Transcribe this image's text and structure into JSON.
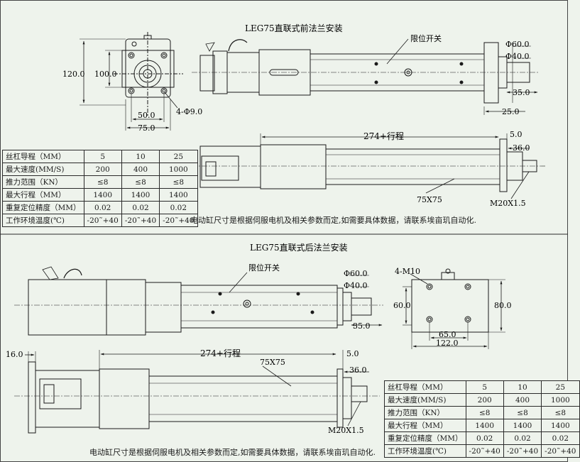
{
  "top_section": {
    "title": "LEG75直联式前法兰安装",
    "flange_front": {
      "height_outer": "120.0",
      "height_inner": "100.0",
      "hole_spacing": "50.0",
      "width": "75.0",
      "hole_label": "4-Φ9.0"
    },
    "side_view": {
      "switch_label": "限位开关",
      "dia_outer": "Φ60.0",
      "dia_inner": "Φ40.0",
      "shaft_len": "35.0",
      "flange_thick": "25.0"
    },
    "bottom_view": {
      "stroke": "274+行程",
      "end_gap": "5.0",
      "rod_len": "36.0",
      "profile": "75X75",
      "thread": "M20X1.5"
    },
    "note": "电动缸尺寸是根据伺服电机及相关参数而定,如需要具体数据，请联系埃亩玑自动化."
  },
  "bottom_section": {
    "title": "LEG75直联式后法兰安装",
    "side_view": {
      "switch_label": "限位开关",
      "dia_outer": "Φ60.0",
      "dia_inner": "Φ40.0",
      "shaft_len": "35.0"
    },
    "flange_rear": {
      "hole_label": "4-M10",
      "height_inner": "60.0",
      "height_outer": "80.0",
      "hole_spacing": "65.0",
      "width": "122.0"
    },
    "bottom_view": {
      "offset": "16.0",
      "stroke": "274+行程",
      "end_gap": "5.0",
      "rod_len": "36.0",
      "profile": "75X75",
      "thread": "M20X1.5"
    },
    "note": "电动缸尺寸是根据伺服电机及相关参数而定,如需要具体数据，请联系埃亩玑自动化."
  },
  "spec_table": {
    "rows": [
      {
        "label": "丝杠导程（MM）",
        "values": [
          "5",
          "10",
          "25"
        ]
      },
      {
        "label": "最大速度(MM/S)",
        "values": [
          "200",
          "400",
          "1000"
        ]
      },
      {
        "label": "推力范围（KN）",
        "values": [
          "≤8",
          "≤8",
          "≤8"
        ]
      },
      {
        "label": "最大行程（MM）",
        "values": [
          "1400",
          "1400",
          "1400"
        ]
      },
      {
        "label": "重复定位精度（MM）",
        "values": [
          "0.02",
          "0.02",
          "0.02"
        ]
      },
      {
        "label": "工作环境温度(℃)",
        "values": [
          "-20˜+40",
          "-20˜+40",
          "-20˜+40"
        ]
      }
    ]
  }
}
